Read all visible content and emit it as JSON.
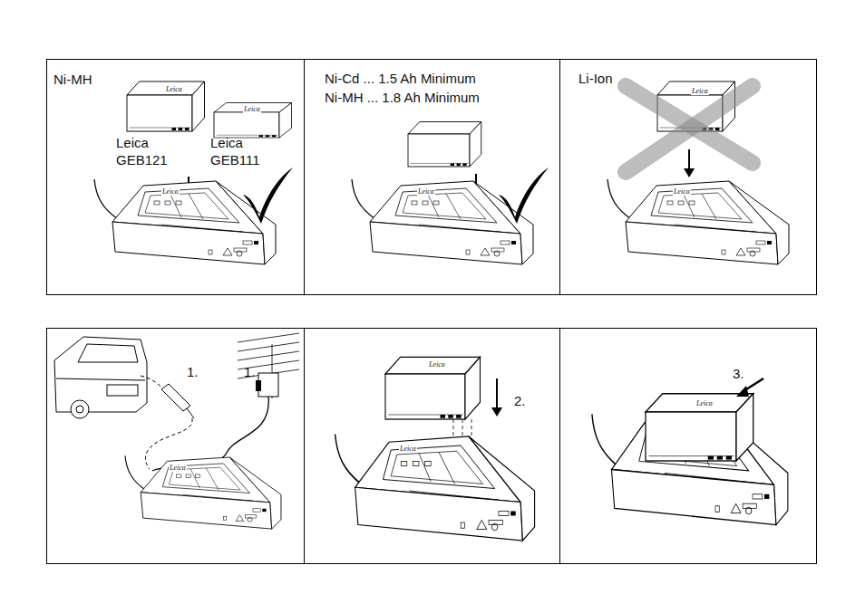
{
  "diagram": {
    "nodes": [
      {
        "text": [
          "Ni-MH",
          "Leica GEB121",
          "Leica GEB111"
        ]
      },
      {
        "text": [
          "Ni-Cd ... 1.5 Ah Minimum",
          "Ni-MH ... 1.8 Ah Minimum"
        ]
      },
      {
        "text": [
          "Li-Ion"
        ]
      },
      {
        "text": [
          "1.",
          "1."
        ]
      },
      {
        "text": [
          "2."
        ]
      },
      {
        "text": [
          "3."
        ]
      }
    ],
    "labels": [
      "Leica",
      "Leica",
      "Leica",
      "Leica",
      "Leica",
      "Leica",
      "Leica",
      "Leica",
      "Leica",
      "Leica"
    ]
  }
}
